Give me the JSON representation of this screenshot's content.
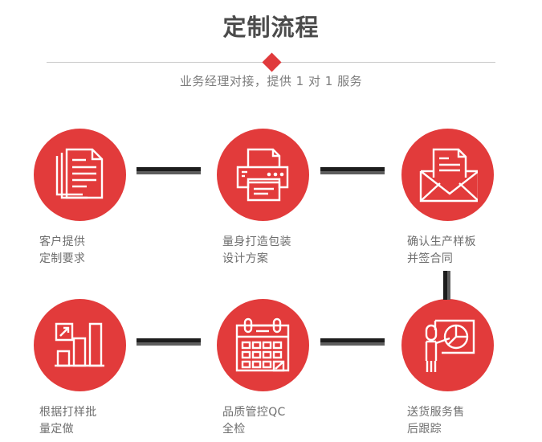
{
  "header": {
    "title": "定制流程",
    "subtitle": "业务经理对接，提供 1 对 1 服务",
    "divider_icon": "red-diamond",
    "title_color": "#4b4b4b",
    "subtitle_color": "#7d7d7d",
    "accent_color": "#e23b3b"
  },
  "flow": {
    "circle_color": "#e23b3b",
    "connector_dark_color": "#1d1d1d",
    "connector_gray_color": "#5e5e5e",
    "steps": [
      {
        "index": 1,
        "icon": "documents-stack-icon",
        "label": "客户提供\n定制要求"
      },
      {
        "index": 2,
        "icon": "printer-icon",
        "label": "量身打造包装\n设计方案"
      },
      {
        "index": 3,
        "icon": "envelope-letter-icon",
        "label": "确认生产样板\n并签合同"
      },
      {
        "index": 4,
        "icon": "bar-chart-growth-icon",
        "label": "根据打样批\n量定做"
      },
      {
        "index": 5,
        "icon": "calendar-check-icon",
        "label": "品质管控QC\n全检"
      },
      {
        "index": 6,
        "icon": "presenter-pie-chart-icon",
        "label": "送货服务售\n后跟踪"
      }
    ],
    "connectors": [
      {
        "name": "connector-1-2",
        "orientation": "horizontal"
      },
      {
        "name": "connector-2-3",
        "orientation": "horizontal"
      },
      {
        "name": "connector-3-6",
        "orientation": "vertical"
      },
      {
        "name": "connector-4-5",
        "orientation": "horizontal"
      },
      {
        "name": "connector-5-6",
        "orientation": "horizontal"
      }
    ]
  }
}
